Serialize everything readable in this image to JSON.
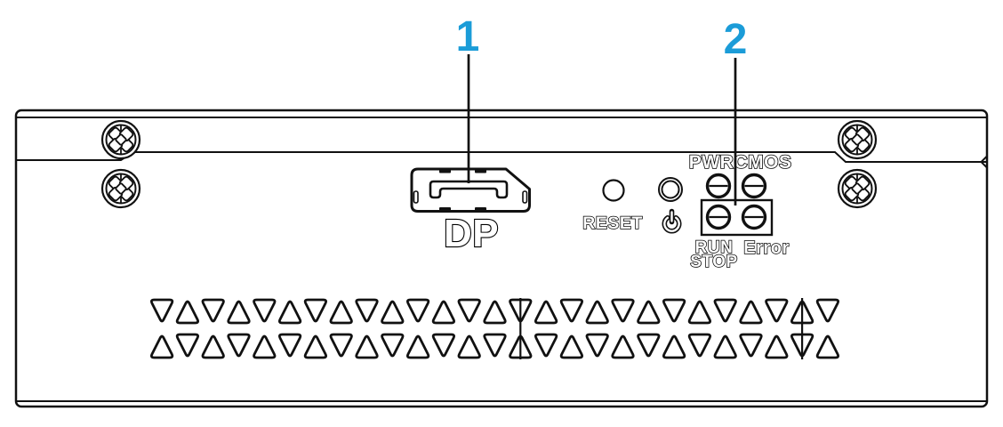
{
  "accent_color": "#1b9cd8",
  "callouts": {
    "one": {
      "number": "1"
    },
    "two": {
      "number": "2"
    }
  },
  "panel": {
    "port_label": "DP",
    "reset_label": "RESET",
    "power_icon": "⏻",
    "leds": {
      "pwr": "PWR",
      "cmos": "CMOS",
      "run": "RUN",
      "stop": "STOP",
      "error": "Error"
    }
  },
  "vents": {
    "rows": [
      {
        "start": "down",
        "count": 27
      },
      {
        "start": "up",
        "count": 27
      }
    ],
    "seam_indices": [
      14,
      25
    ]
  }
}
